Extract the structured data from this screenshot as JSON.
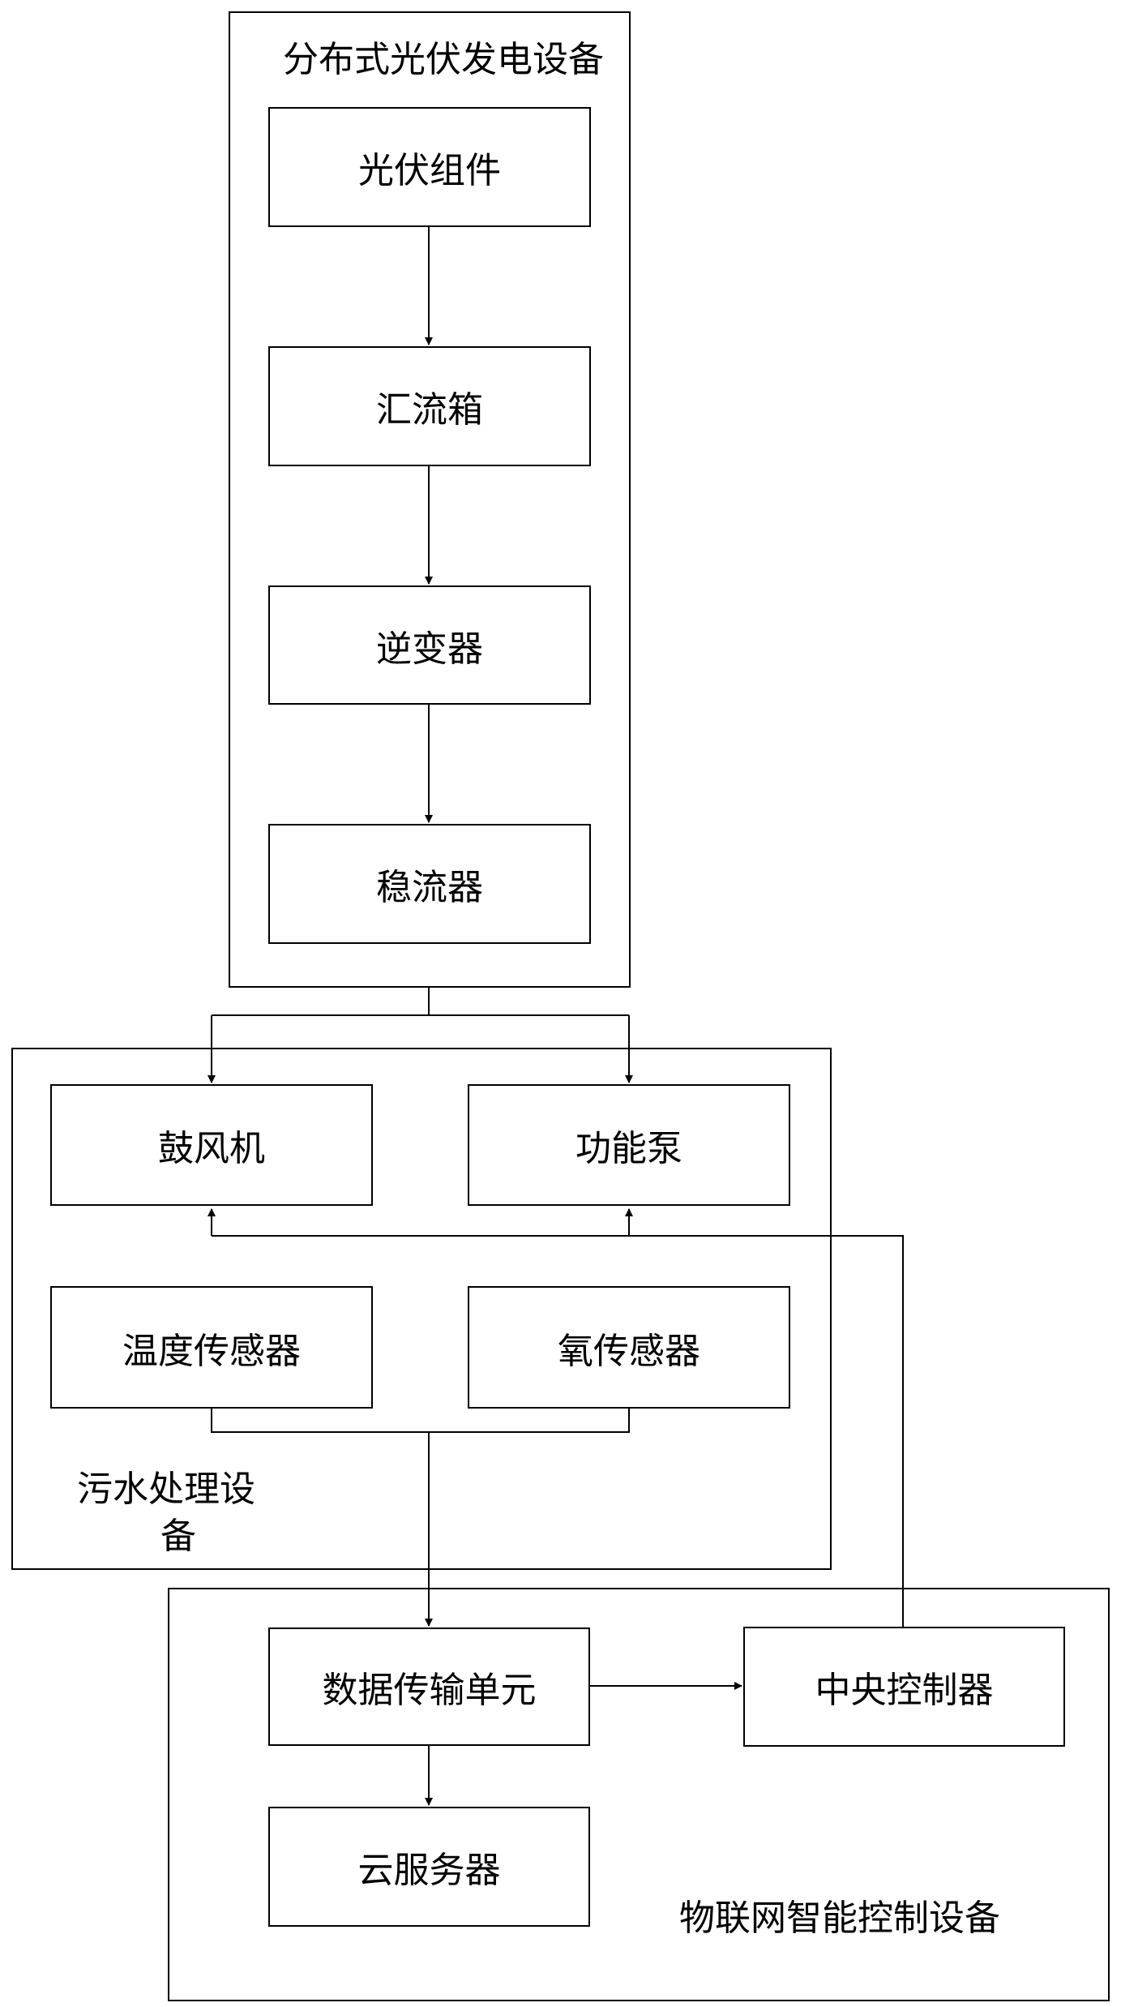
{
  "groups": {
    "pv": "分布式光伏发电设备",
    "sewage_line1": "污水处理设",
    "sewage_line2": "备",
    "iot": "物联网智能控制设备"
  },
  "nodes": {
    "pv_module": "光伏组件",
    "combiner_box": "汇流箱",
    "inverter": "逆变器",
    "current_stabilizer": "稳流器",
    "blower": "鼓风机",
    "function_pump": "功能泵",
    "temperature_sensor": "温度传感器",
    "oxygen_sensor": "氧传感器",
    "data_transmission_unit": "数据传输单元",
    "central_controller": "中央控制器",
    "cloud_server": "云服务器"
  }
}
